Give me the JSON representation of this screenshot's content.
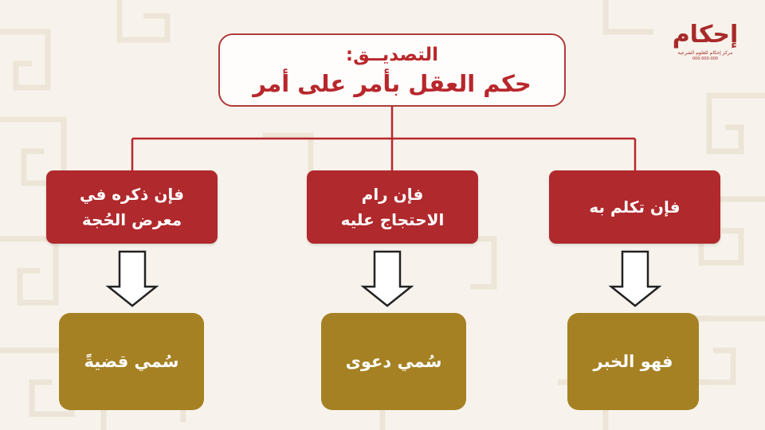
{
  "colors": {
    "background": "#f7f3ec",
    "red": "#b0292c",
    "gold": "#a58123",
    "line": "#b8272b"
  },
  "logo": {
    "word": "إحكام",
    "tagline": "مركز إحكام للعلوم الشرعية",
    "number": "000-000-000"
  },
  "diagram": {
    "root": {
      "line1": "التصديــق:",
      "line2": "حكم العقل بأمر على أمر"
    },
    "branches": [
      {
        "condition_lines": [
          "فإن تكلم به"
        ],
        "result": "فهو الخبر"
      },
      {
        "condition_lines": [
          "فإن رام",
          "الاحتجاج عليه"
        ],
        "result": "سُمي دعوى"
      },
      {
        "condition_lines": [
          "فإن ذكره في",
          "معرض الحُجة"
        ],
        "result": "سُمي قضيةً"
      }
    ]
  }
}
